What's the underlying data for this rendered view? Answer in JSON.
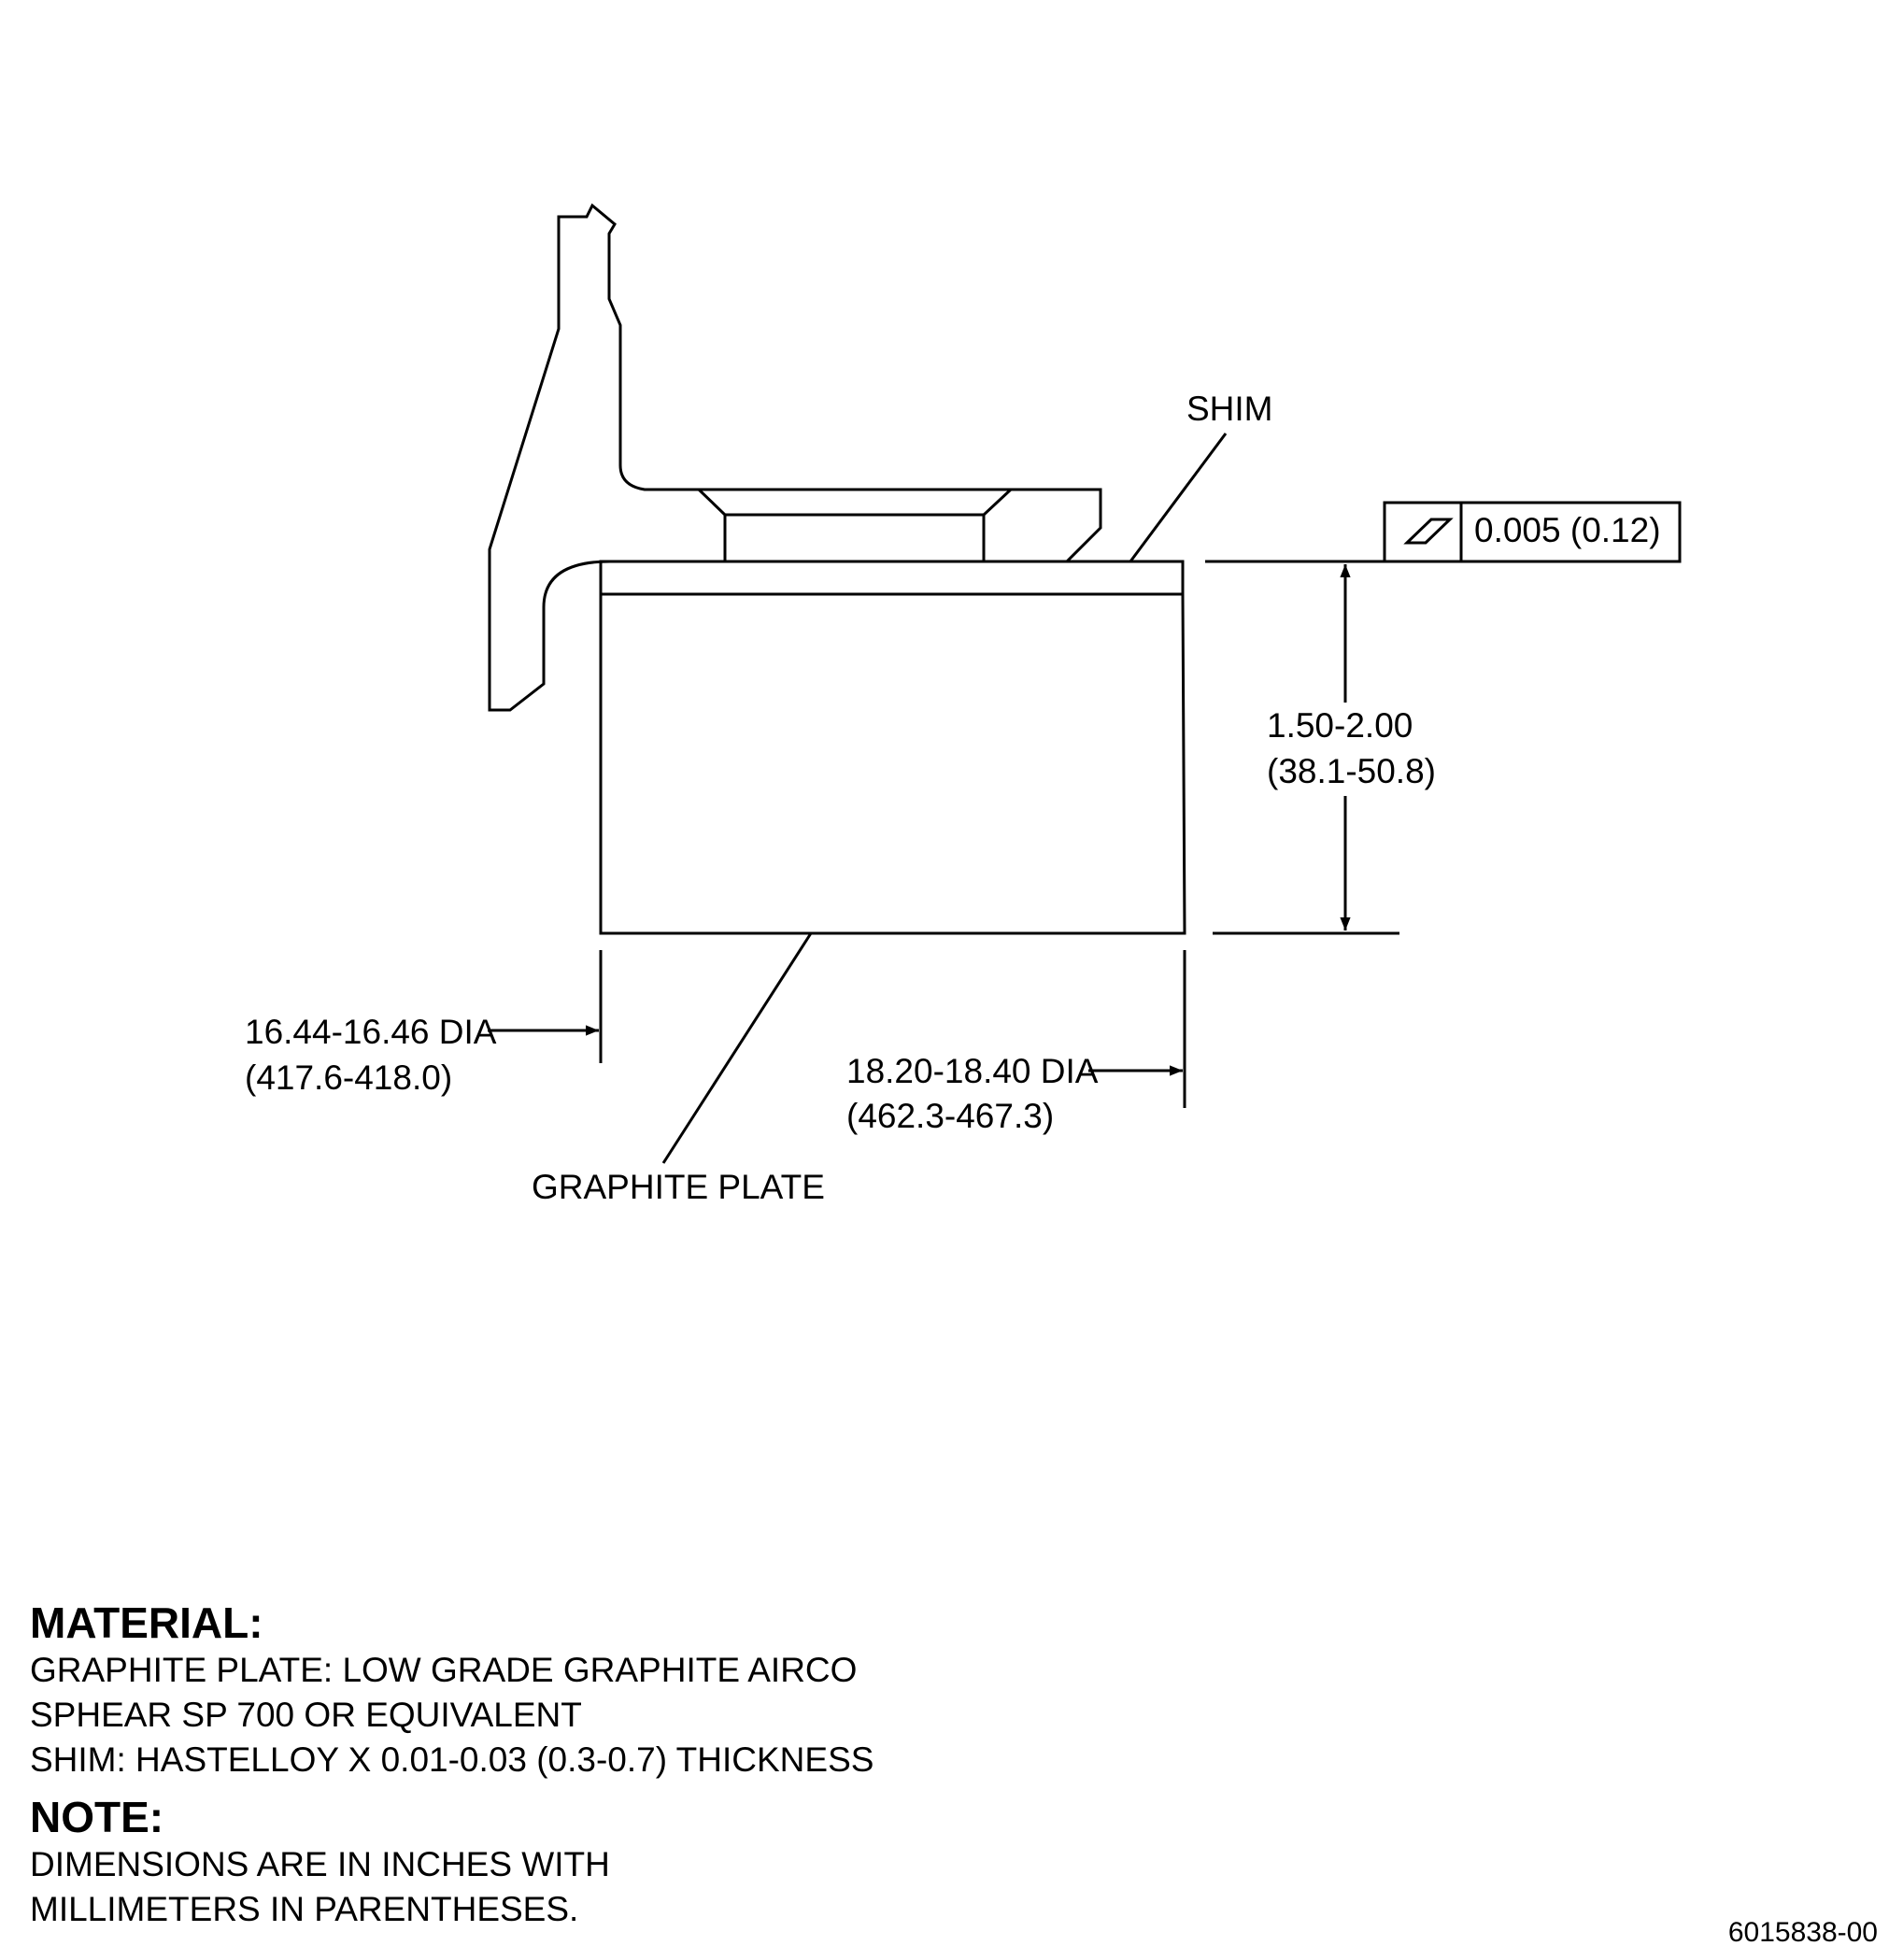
{
  "labels": {
    "shim": "SHIM",
    "graphite_plate": "GRAPHITE PLATE",
    "flatness_tolerance": "0.005 (0.12)",
    "height_in": "1.50-2.00",
    "height_mm": "(38.1-50.8)",
    "inner_dia_in": "16.44-16.46 DIA",
    "inner_dia_mm": "(417.6-418.0)",
    "outer_dia_in": "18.20-18.40 DIA",
    "outer_dia_mm": "(462.3-467.3)"
  },
  "icons": {
    "flatness_symbol": "flatness-parallelogram-icon"
  },
  "notes": {
    "material_heading": "MATERIAL:",
    "material_lines": [
      "GRAPHITE PLATE: LOW GRADE GRAPHITE AIRCO",
      "SPHEAR SP 700 OR EQUIVALENT",
      "SHIM: HASTELLOY X 0.01-0.03 (0.3-0.7) THICKNESS"
    ],
    "note_heading": "NOTE:",
    "note_lines": [
      "DIMENSIONS ARE IN INCHES WITH",
      "MILLIMETERS IN PARENTHESES."
    ]
  },
  "document_number": "6015838-00"
}
